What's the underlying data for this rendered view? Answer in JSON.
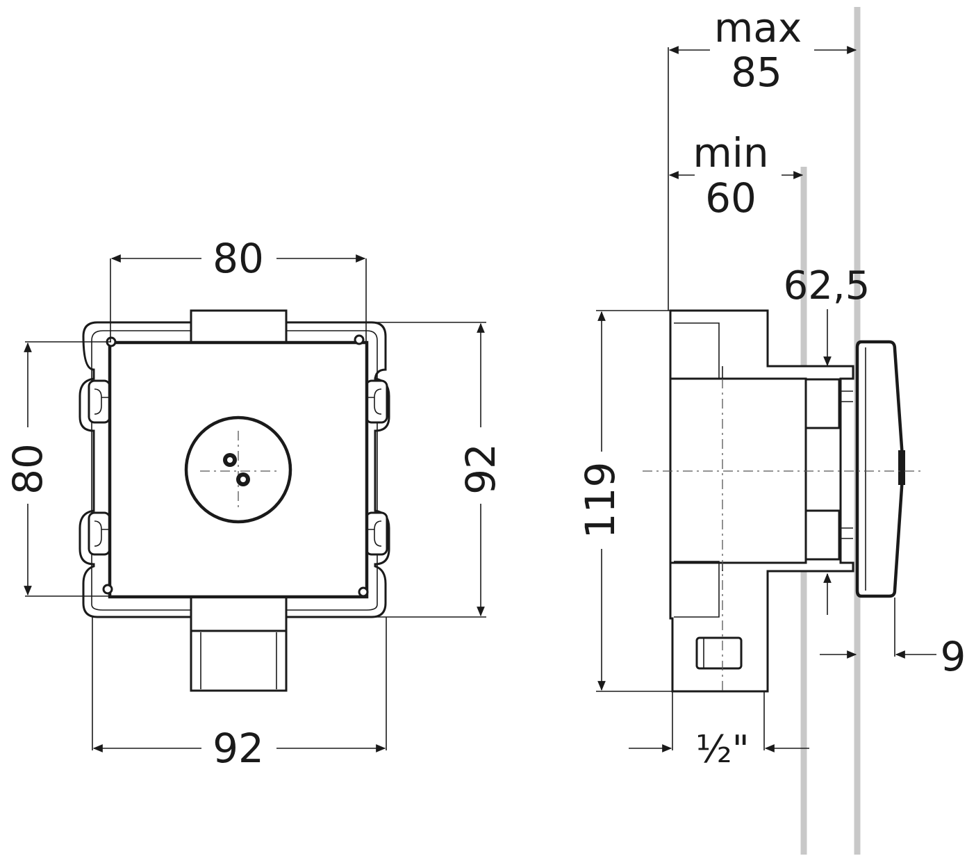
{
  "front_view": {
    "width_top": "80",
    "width_bottom": "92",
    "height_left": "80",
    "height_right": "92"
  },
  "side_view": {
    "max_label": "max",
    "max_value": "85",
    "min_label": "min",
    "min_value": "60",
    "offset_value": "62,5",
    "height_value": "119",
    "panel_thickness": "9",
    "pipe_size": "½\""
  },
  "colors": {
    "line": "#1a1a1a",
    "wall": "#c8c8c8",
    "background": "#ffffff"
  }
}
